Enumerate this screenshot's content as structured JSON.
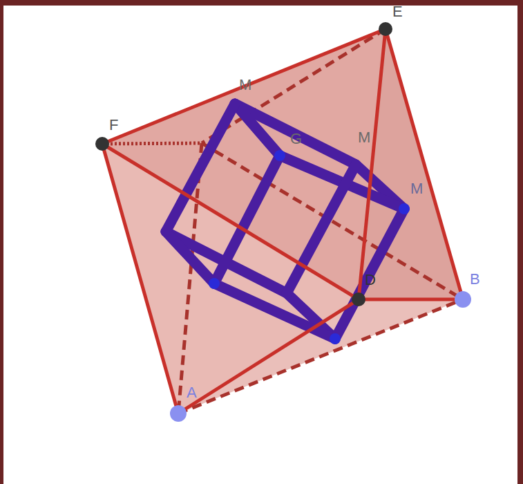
{
  "diagram": {
    "labels": [
      "E",
      "F",
      "M",
      "G",
      "M",
      "M",
      "D",
      "B",
      "A"
    ]
  }
}
